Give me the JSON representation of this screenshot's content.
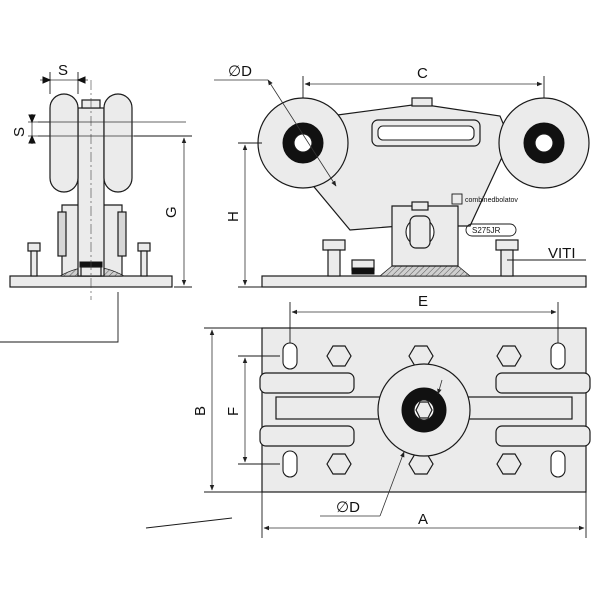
{
  "labels": {
    "S_top": "S",
    "S_side": "S",
    "G": "G",
    "D_top": "∅D",
    "C": "C",
    "H": "H",
    "VITI": "VITI",
    "E": "E",
    "B": "B",
    "F": "F",
    "D_bottom": "∅D",
    "A": "A"
  },
  "marks": {
    "brand": "combinedbolatov",
    "model": "S275JR"
  }
}
